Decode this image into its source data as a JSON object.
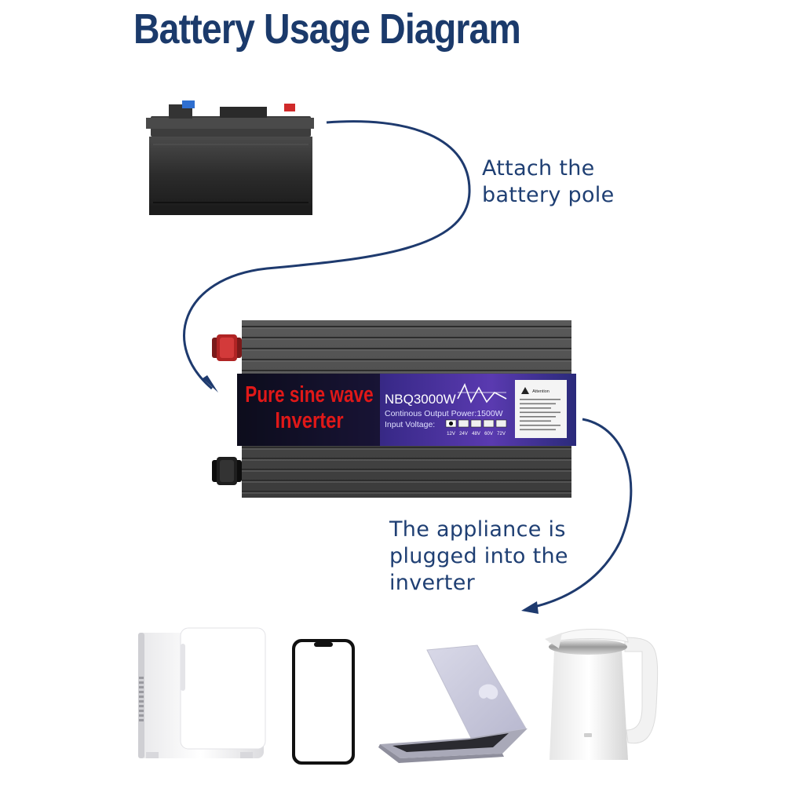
{
  "title": "Battery Usage Diagram",
  "colors": {
    "title": "#1b3a6b",
    "caption": "#1f3f73",
    "arrow": "#1e3a6e",
    "label_red": "#e01818",
    "label_bg": "#2a2f8a"
  },
  "step1": {
    "lines": [
      "Attach the",
      "battery pole"
    ]
  },
  "step2": {
    "lines": [
      "The appliance is",
      "plugged into the",
      "inverter"
    ]
  },
  "inverter": {
    "label_line1": "Pure sine wave",
    "label_line2": "Inverter",
    "model": "NBQ3000W",
    "output": "Continous Output Power:1500W",
    "input_label": "Input Voltage:",
    "voltages": [
      "12V",
      "24V",
      "48V",
      "60V",
      "72V"
    ],
    "warning_title": "Attention"
  },
  "appliances": [
    "mini-fridge-icon",
    "smartphone-icon",
    "laptop-icon",
    "electric-kettle-icon"
  ]
}
